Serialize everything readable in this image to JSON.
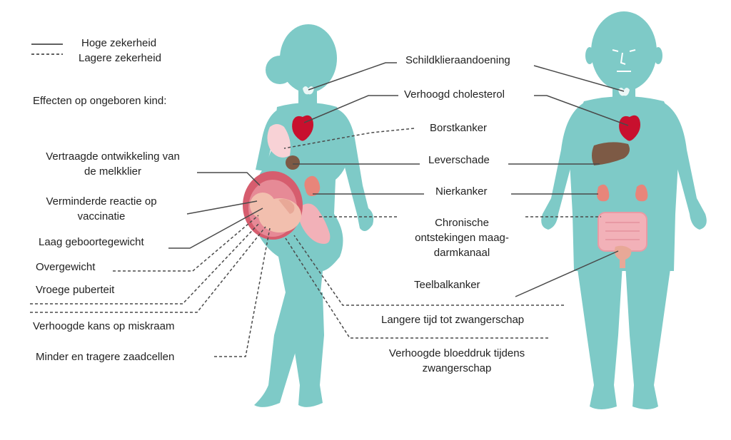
{
  "legend": {
    "high": "Hoge zekerheid",
    "low": "Lagere zekerheid"
  },
  "left_heading": "Effecten op ongeboren kind:",
  "left_labels": {
    "melkklier_1": "Vertraagde ontwikkeling van",
    "melkklier_2": "de melkklier",
    "vaccinatie_1": "Verminderde reactie op",
    "vaccinatie_2": "vaccinatie",
    "geboortegewicht": "Laag geboortegewicht",
    "overgewicht": "Overgewicht",
    "puberteit": "Vroege puberteit",
    "miskraam": "Verhoogde kans op miskraam",
    "zaadcellen": "Minder en tragere zaadcellen"
  },
  "center_labels": {
    "schildklier": "Schildklieraandoening",
    "cholesterol": "Verhoogd cholesterol",
    "borstkanker": "Borstkanker",
    "leverschade": "Leverschade",
    "nierkanker": "Nierkanker",
    "darm_1": "Chronische",
    "darm_2": "ontstekingen maag-",
    "darm_3": "darmkanaal",
    "teelbal": "Teelbalkanker",
    "zwangerschap": "Langere tijd tot zwangerschap",
    "bloeddruk_1": "Verhoogde bloeddruk tijdens",
    "bloeddruk_2": "zwangerschap"
  },
  "colors": {
    "body": "#7ecac7",
    "heart": "#c8102e",
    "liver": "#7d5a45",
    "kidney": "#e8857a",
    "intestine": "#f2b1b8",
    "uterus": "#d65d6e",
    "fetus": "#f2bfae",
    "breast": "#f8d2d6",
    "line": "#4a4a4a"
  },
  "icons": {
    "woman": "pregnant-woman-silhouette",
    "man": "man-silhouette"
  }
}
